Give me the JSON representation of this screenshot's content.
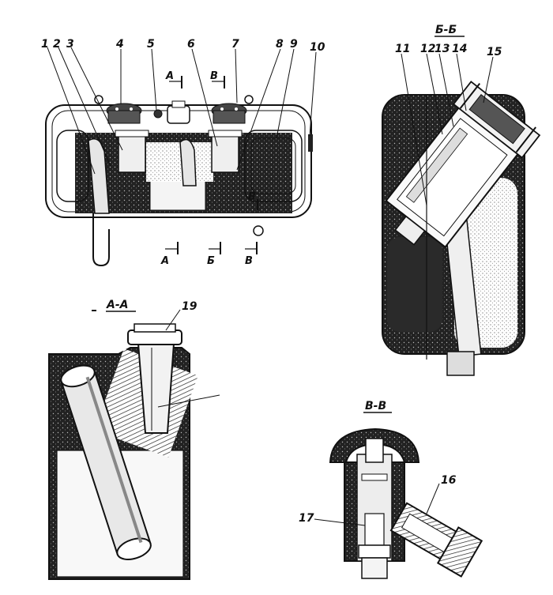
{
  "callouts": {
    "n1": "1",
    "n2": "2",
    "n3": "3",
    "n4": "4",
    "n5": "5",
    "n6": "6",
    "n7": "7",
    "n8": "8",
    "n9": "9",
    "n10": "10",
    "n11": "11",
    "n12": "12",
    "n13": "13",
    "n14": "14",
    "n15": "15",
    "n16": "16",
    "n17": "17",
    "n19": "19"
  },
  "section_marks": {
    "a_top": "А",
    "v_top": "В",
    "v_side": "В",
    "a_bottom": "А",
    "b_bottom": "Б",
    "v_bottom": "В"
  },
  "section_titles": {
    "bb": "Б-Б",
    "aa": "А-А",
    "vv": "В-В"
  },
  "colors": {
    "ink": "#111111",
    "dark_fill": "#1a1a1a",
    "paper": "#ffffff"
  }
}
